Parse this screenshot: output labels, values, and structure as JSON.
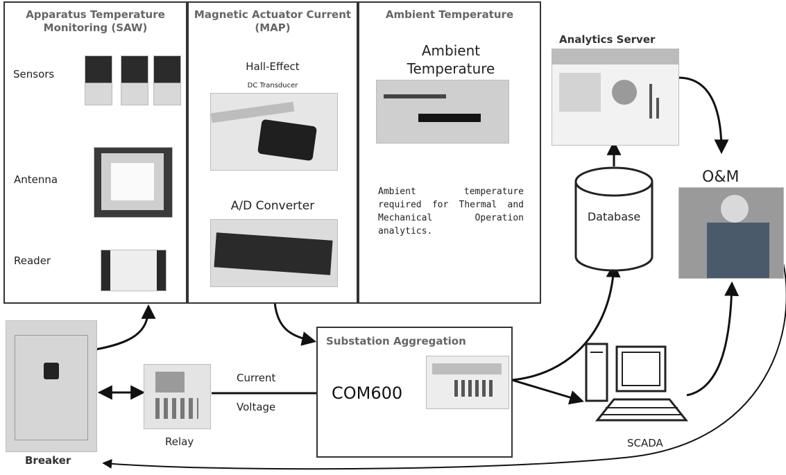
{
  "panels": {
    "saw": {
      "title": "Apparatus Temperature Monitoring (SAW)",
      "sensors": "Sensors",
      "antenna": "Antenna",
      "reader": "Reader"
    },
    "map": {
      "title": "Magnetic Actuator Current (MAP)",
      "hall": "Hall-Effect",
      "hall_sub": "DC Transducer",
      "ad": "A/D Converter"
    },
    "ambient": {
      "title": "Ambient Temperature",
      "photo_title": "Ambient Temperature",
      "note": "Ambient temperature required for Thermal and Mechanical Operation analytics."
    }
  },
  "analytics": {
    "title": "Analytics Server"
  },
  "database": {
    "label": "Database"
  },
  "om": {
    "label": "O&M"
  },
  "aggregation": {
    "title": "Substation Aggregation",
    "device": "COM600"
  },
  "signals": {
    "current": "Current",
    "voltage": "Voltage"
  },
  "devices": {
    "breaker": "Breaker",
    "relay": "Relay",
    "scada": "SCADA"
  }
}
